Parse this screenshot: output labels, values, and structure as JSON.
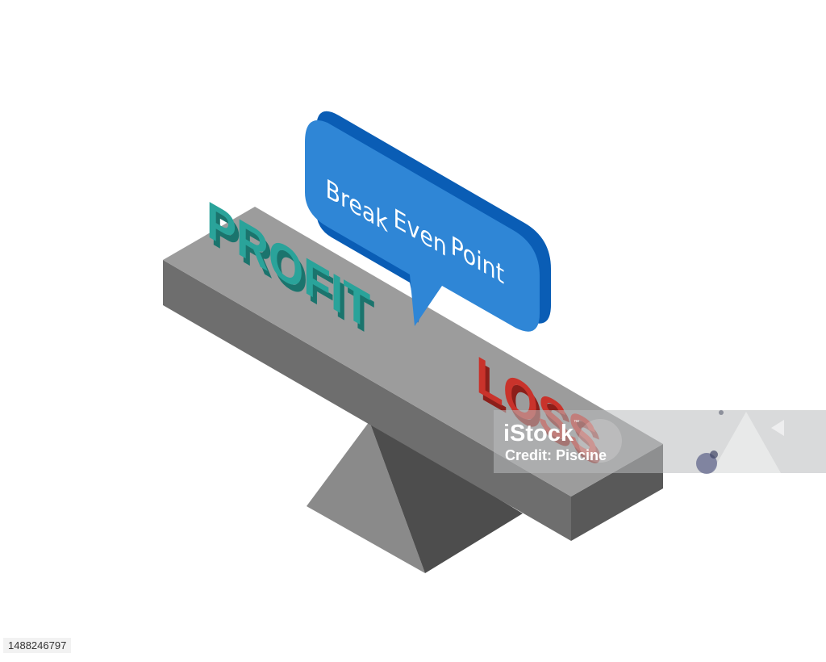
{
  "scene": {
    "bubble_text": [
      "Break",
      "Even",
      "Point"
    ],
    "profit_word": "PROFIT",
    "loss_word": "LOSS",
    "colors": {
      "beam_top": "#9c9c9c",
      "beam_front": "#6e6e6e",
      "beam_right": "#595959",
      "fulcrum_light": "#8a8a8a",
      "fulcrum_dark": "#4d4d4d",
      "bubble_face": "#2f86d6",
      "bubble_side": "#0a5db5",
      "profit": "#2aa39a",
      "loss": "#c9332b"
    }
  },
  "watermark": {
    "logo_text": "iStock",
    "trademark": "™",
    "credit_line": "Credit: Piscine"
  },
  "image_id": "1488246797"
}
